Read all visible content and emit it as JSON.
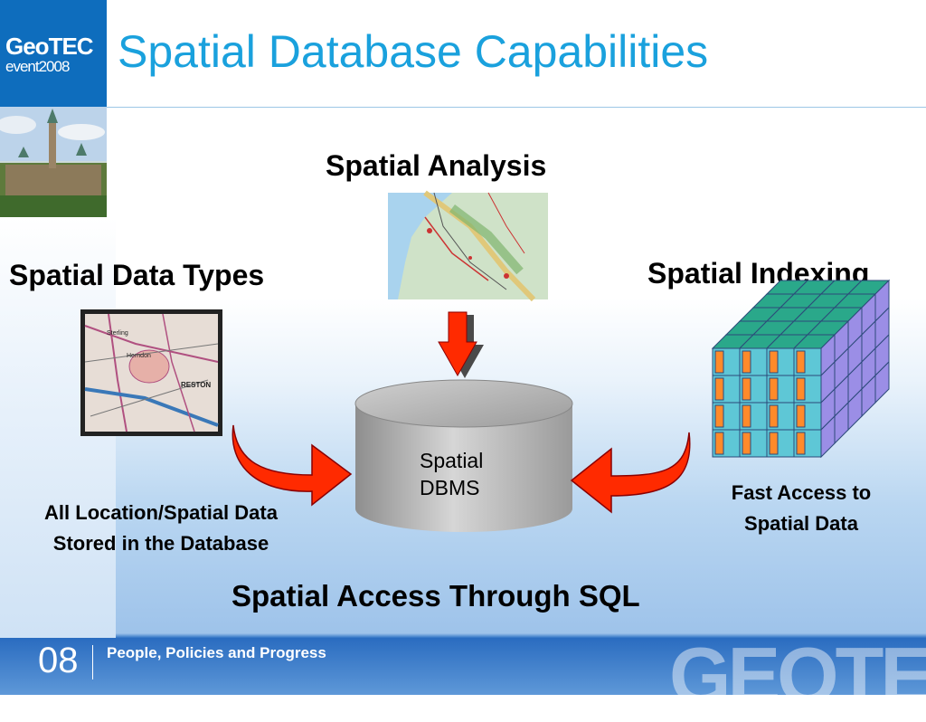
{
  "logo": {
    "line1": "GeoTEC",
    "line2": "event2008"
  },
  "slide": {
    "title": "Spatial Database Capabilities",
    "headings": {
      "analysis": "Spatial Analysis",
      "types": "Spatial Data Types",
      "indexing": "Spatial Indexing"
    },
    "dbms_label_line1": "Spatial",
    "dbms_label_line2": "DBMS",
    "caption_left_line1": "All Location/Spatial Data",
    "caption_left_line2": "Stored in the Database",
    "caption_right_line1": "Fast Access to",
    "caption_right_line2": "Spatial Data",
    "bottom_text": "Spatial Access Through SQL"
  },
  "map_labels": {
    "reston": "RESTON",
    "sterling": "Sterling",
    "herndon": "Herndon"
  },
  "footer": {
    "slide_number": "08",
    "tagline": "People, Policies and Progress",
    "brand": "GEOTEC"
  },
  "colors": {
    "title": "#1aa1dd",
    "arrow_fill": "#ff2a00",
    "arrow_stroke": "#8a0000",
    "cube_front": "#5ec7d6",
    "cube_face_accent": "#ff8a2a",
    "cube_side": "#9b8ee6",
    "cube_top": "#2aa88a",
    "footer_bg": "#2f73c4"
  }
}
